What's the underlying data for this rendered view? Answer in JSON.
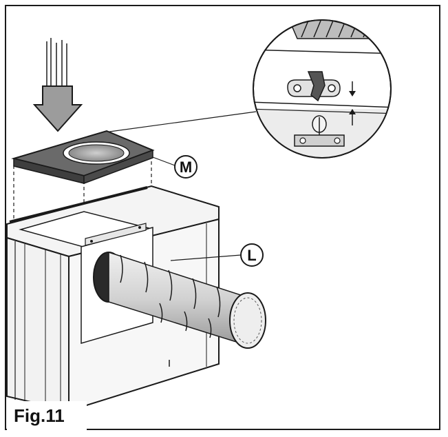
{
  "figure": {
    "label": "Fig.11"
  },
  "callouts": {
    "m": "M",
    "l": "L"
  },
  "colors": {
    "outline": "#1a1a1a",
    "plate": "#4a4a4a",
    "plate_top": "#6a6a6a",
    "duct": "#d8d8d8",
    "cabinet": "#f4f4f4",
    "background": "#ffffff"
  },
  "icons": [
    "down-arrow-icon",
    "up-arrow-icon",
    "detail-magnifier"
  ]
}
